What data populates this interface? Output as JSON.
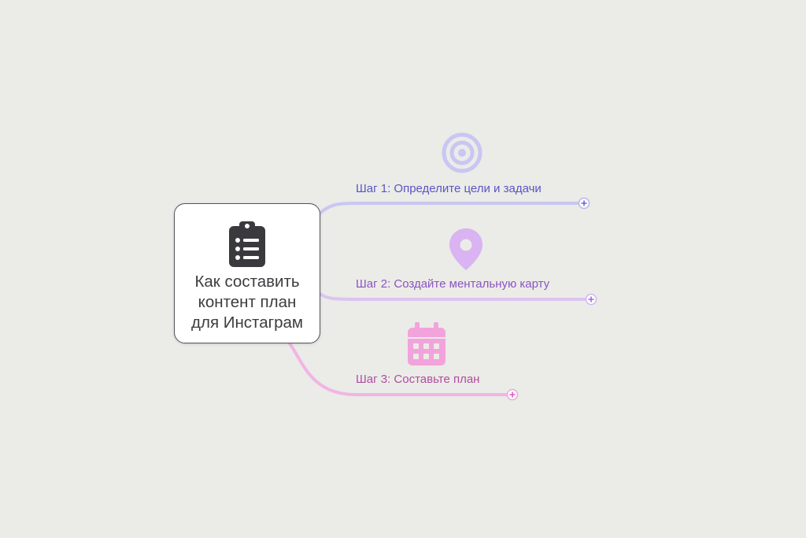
{
  "root": {
    "title_lines": [
      "Как составить",
      "контент план",
      "для Инстаграм"
    ],
    "icon": "clipboard-list-icon"
  },
  "branches": [
    {
      "label": "Шаг 1: Определите цели и задачи",
      "icon": "target-icon",
      "color": "#6a66d6"
    },
    {
      "label": "Шаг 2: Создайте ментальную карту",
      "icon": "map-pin-icon",
      "color": "#a466d6"
    },
    {
      "label": "Шаг 3: Составьте план",
      "icon": "calendar-icon",
      "color": "#d95ac4"
    }
  ],
  "colors": {
    "background": "#ebebe7",
    "branch1": "#c8c6f2",
    "branch2": "#ddc4f0",
    "branch3": "#f0b6e4"
  }
}
